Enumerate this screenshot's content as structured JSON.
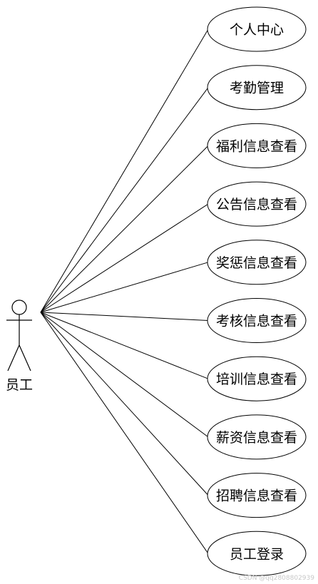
{
  "diagram": {
    "type": "use-case",
    "actor": {
      "label": "员工",
      "icon": "stick-figure-actor-icon"
    },
    "use_cases": [
      {
        "id": "uc1",
        "label": "个人中心"
      },
      {
        "id": "uc2",
        "label": "考勤管理"
      },
      {
        "id": "uc3",
        "label": "福利信息查看"
      },
      {
        "id": "uc4",
        "label": "公告信息查看"
      },
      {
        "id": "uc5",
        "label": "奖惩信息查看"
      },
      {
        "id": "uc6",
        "label": "考核信息查看"
      },
      {
        "id": "uc7",
        "label": "培训信息查看"
      },
      {
        "id": "uc8",
        "label": "薪资信息查看"
      },
      {
        "id": "uc9",
        "label": "招聘信息查看"
      },
      {
        "id": "uc10",
        "label": "员工登录"
      }
    ]
  },
  "watermark": {
    "text": "CSDN @qq2808802939"
  }
}
